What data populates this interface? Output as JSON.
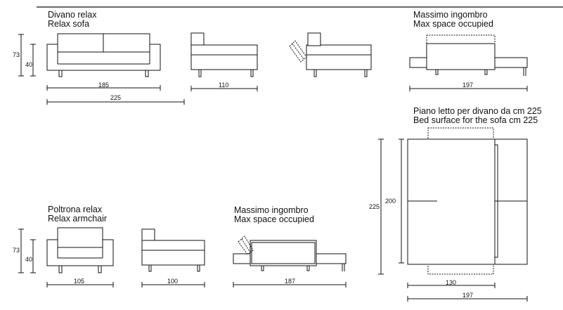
{
  "sofa": {
    "title_it": "Divano relax",
    "title_en": "Relax sofa",
    "height_total": "73",
    "height_seat": "40",
    "width_inner": "185",
    "width_outer": "225",
    "depth": "110"
  },
  "max_space_sofa": {
    "title_it": "Massimo ingombro",
    "title_en": "Max space occupied",
    "length": "197"
  },
  "bed_surface": {
    "title_it": "Piano letto per divano da cm 225",
    "title_en": "Bed surface for the sofa cm 225",
    "length_outer": "225",
    "length_inner": "200",
    "width_inner": "130",
    "width_outer": "197"
  },
  "armchair": {
    "title_it": "Poltrona relax",
    "title_en": "Relax armchair",
    "height_total": "73",
    "height_seat": "40",
    "width": "105",
    "depth": "100"
  },
  "max_space_armchair": {
    "title_it": "Massimo ingombro",
    "title_en": "Max space occupied",
    "length": "187"
  }
}
